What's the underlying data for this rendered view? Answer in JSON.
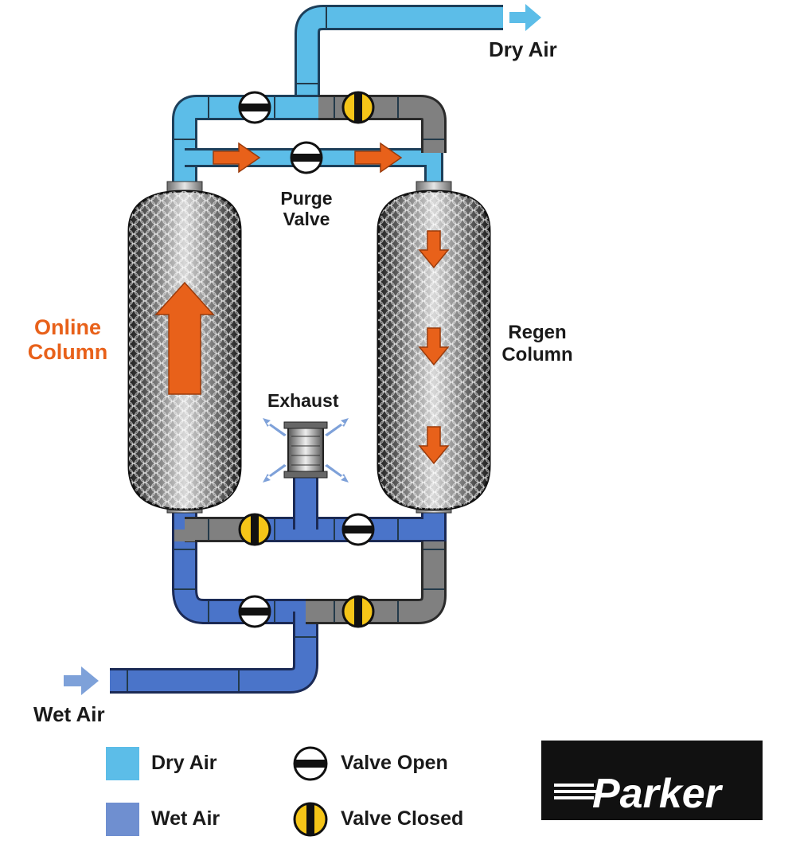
{
  "labels": {
    "dry_air_out": "Dry Air",
    "purge_valve_line1": "Purge",
    "purge_valve_line2": "Valve",
    "online_column_line1": "Online",
    "online_column_line2": "Column",
    "regen_column_line1": "Regen",
    "regen_column_line2": "Column",
    "exhaust": "Exhaust",
    "wet_air_in": "Wet Air"
  },
  "legend": {
    "dry_air": "Dry Air",
    "wet_air": "Wet Air",
    "valve_open": "Valve Open",
    "valve_closed": "Valve Closed"
  },
  "logo": {
    "text": "Parker"
  },
  "colors": {
    "dry_air": "#5cbde8",
    "wet_air": "#4a74c9",
    "idle_pipe": "#808080",
    "flow_arrow": "#e8611a",
    "valve_closed": "#f5c518",
    "valve_open": "#ffffff",
    "online_label": "#e8611a"
  }
}
